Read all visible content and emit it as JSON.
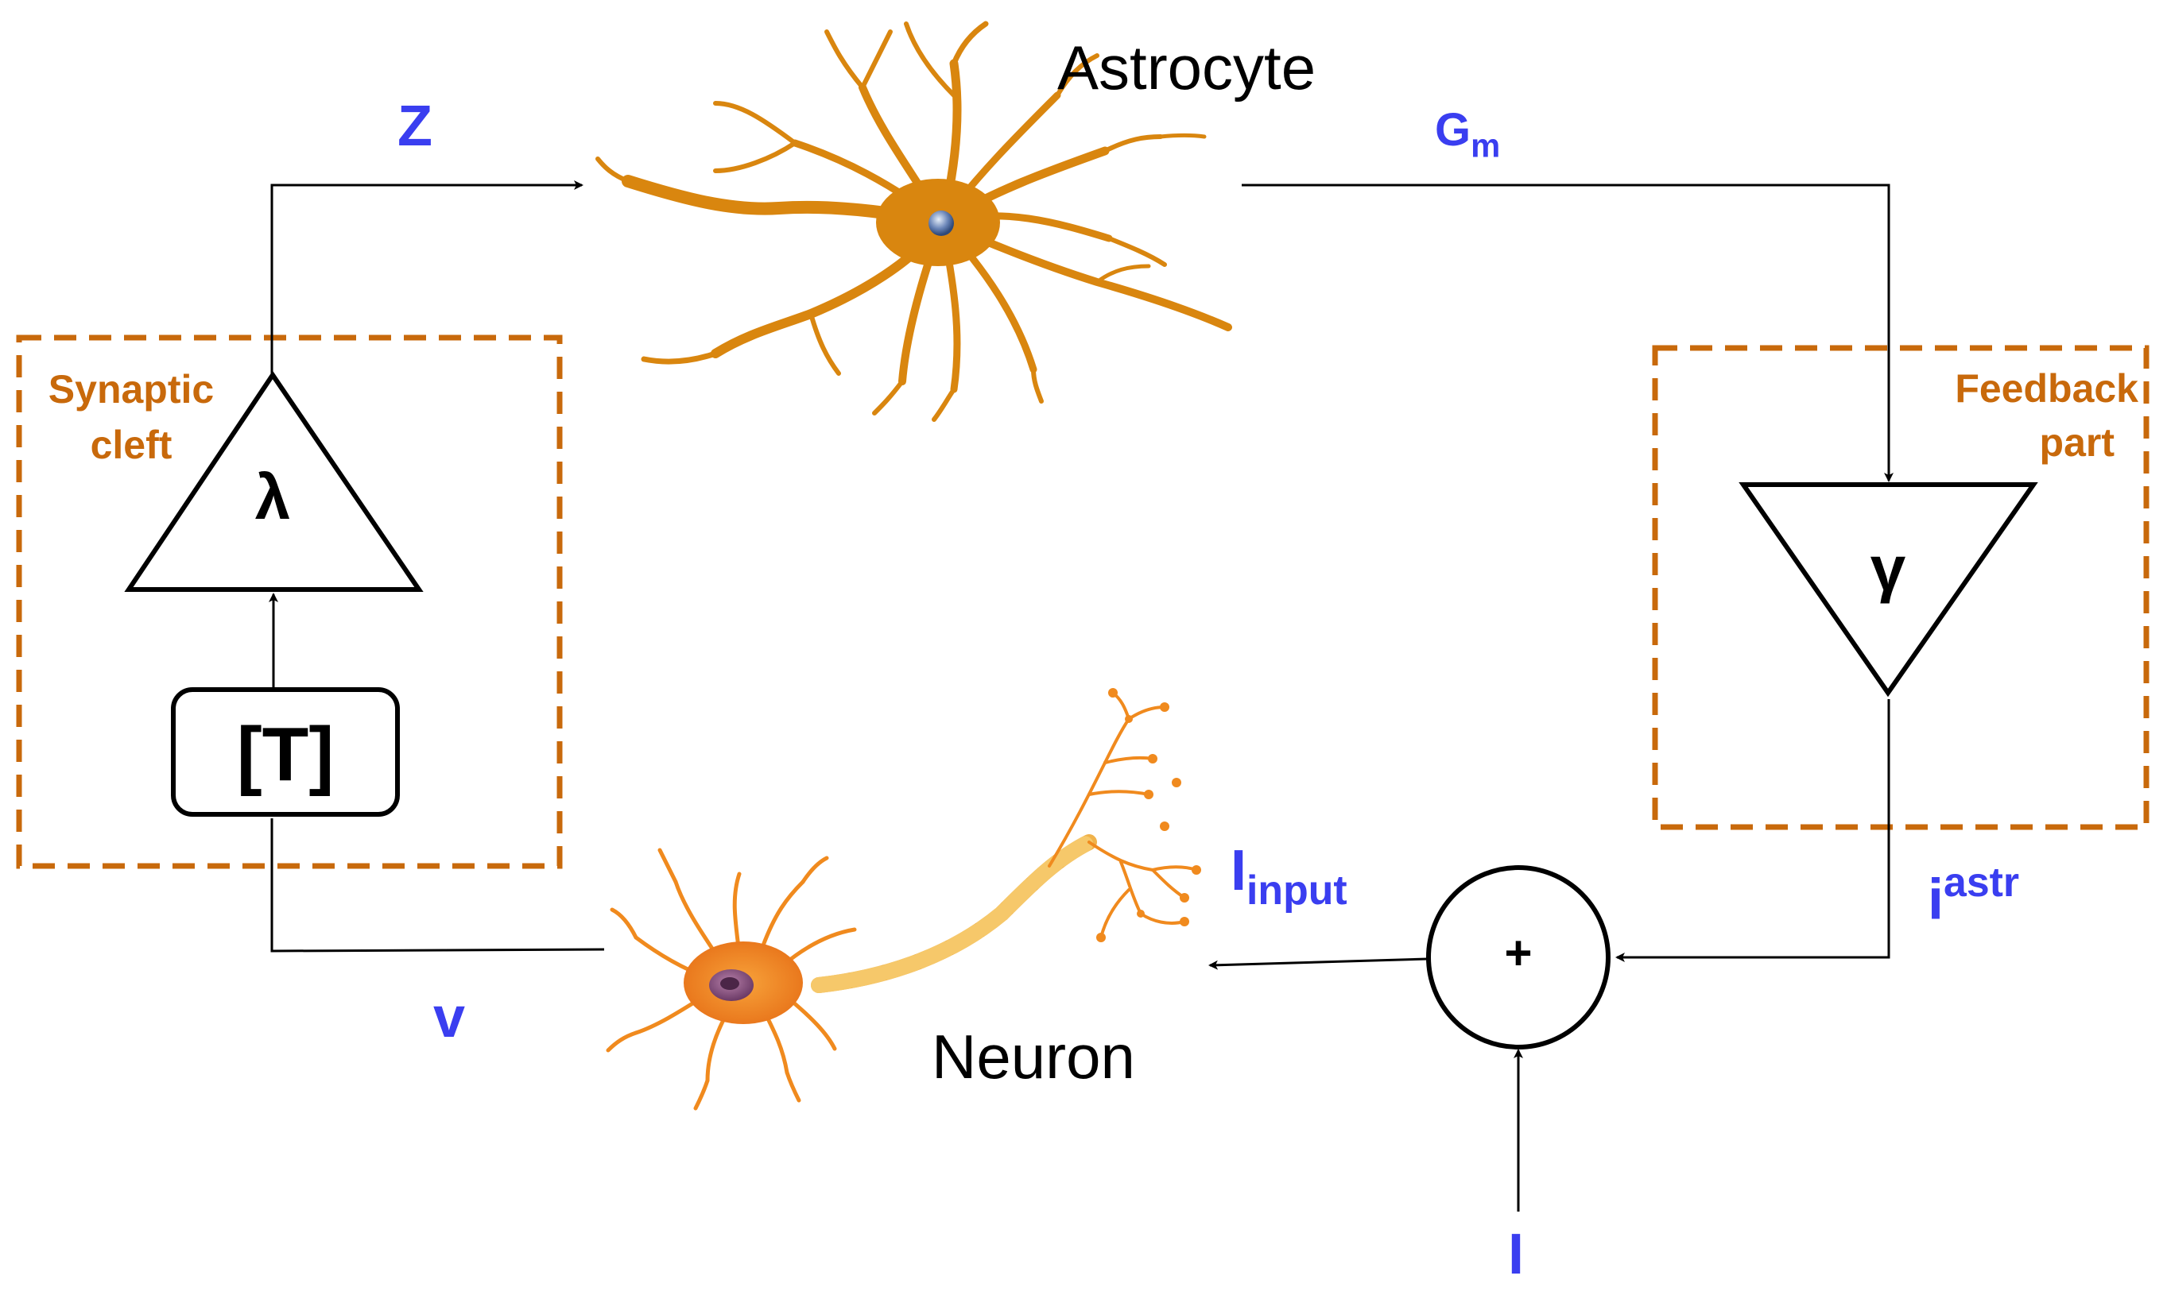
{
  "title": "",
  "labels": {
    "astrocyte": "Astrocyte",
    "neuron": "Neuron",
    "synaptic_cleft_line1": "Synaptic",
    "synaptic_cleft_line2": "cleft",
    "feedback_part_line1": "Feedback",
    "feedback_part_line2": "part"
  },
  "blocks": {
    "transmitter": "[T]",
    "lambda": "λ",
    "gamma": "γ",
    "sum": "+"
  },
  "signals": {
    "z": "Z",
    "gm_base": "G",
    "gm_sub": "m",
    "i_input_base": "I",
    "i_input_sub": "input",
    "i_astr_base": "i",
    "i_astr_sup": "astr",
    "v": "v",
    "i": "I"
  },
  "colors": {
    "signal_text": "#3a3ef0",
    "group_border": "#c8690b",
    "astrocyte": "#d9860f",
    "neuron": "#f08a1e",
    "line": "#000000"
  }
}
